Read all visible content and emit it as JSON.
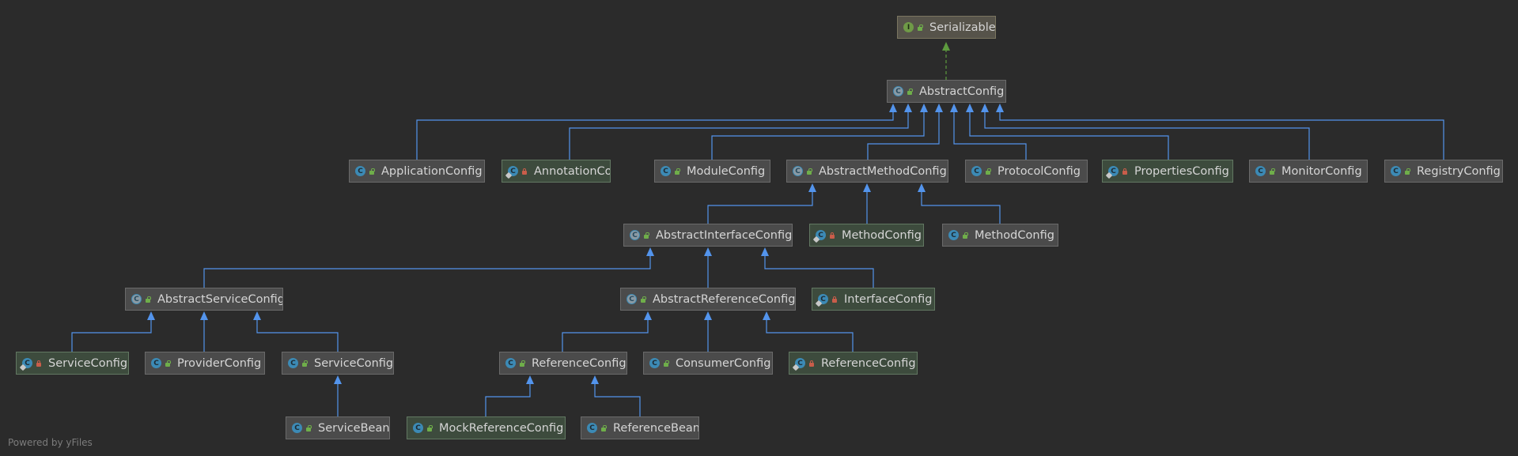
{
  "colors": {
    "background": "#2b2b2b",
    "inheritance_edge": "#5394ec",
    "implements_edge": "#5d9b3e"
  },
  "nodes": [
    {
      "id": "serializable",
      "label": "Serializable",
      "kind": "interface",
      "visibility": "public",
      "style": "iface"
    },
    {
      "id": "abstract_config",
      "label": "AbstractConfig",
      "kind": "abstract",
      "visibility": "public",
      "style": "plain"
    },
    {
      "id": "application_config",
      "label": "ApplicationConfig",
      "kind": "class",
      "visibility": "public",
      "style": "plain"
    },
    {
      "id": "annotation_config",
      "label": "AnnotationConfig",
      "kind": "anonymous",
      "visibility": "private",
      "style": "green"
    },
    {
      "id": "module_config",
      "label": "ModuleConfig",
      "kind": "class",
      "visibility": "public",
      "style": "plain"
    },
    {
      "id": "abstract_method_config",
      "label": "AbstractMethodConfig",
      "kind": "abstract",
      "visibility": "public",
      "style": "plain"
    },
    {
      "id": "protocol_config",
      "label": "ProtocolConfig",
      "kind": "class",
      "visibility": "public",
      "style": "plain"
    },
    {
      "id": "properties_config",
      "label": "PropertiesConfig",
      "kind": "anonymous",
      "visibility": "private",
      "style": "green"
    },
    {
      "id": "monitor_config",
      "label": "MonitorConfig",
      "kind": "class",
      "visibility": "public",
      "style": "plain"
    },
    {
      "id": "registry_config",
      "label": "RegistryConfig",
      "kind": "class",
      "visibility": "public",
      "style": "plain"
    },
    {
      "id": "abstract_interface_config",
      "label": "AbstractInterfaceConfig",
      "kind": "abstract",
      "visibility": "public",
      "style": "plain"
    },
    {
      "id": "method_config_1",
      "label": "MethodConfig",
      "kind": "anonymous",
      "visibility": "private",
      "style": "green"
    },
    {
      "id": "method_config_2",
      "label": "MethodConfig",
      "kind": "class",
      "visibility": "public",
      "style": "plain"
    },
    {
      "id": "abstract_service_config",
      "label": "AbstractServiceConfig",
      "kind": "abstract",
      "visibility": "public",
      "style": "plain"
    },
    {
      "id": "abstract_reference_config",
      "label": "AbstractReferenceConfig",
      "kind": "abstract",
      "visibility": "public",
      "style": "plain"
    },
    {
      "id": "interface_config",
      "label": "InterfaceConfig",
      "kind": "anonymous",
      "visibility": "private",
      "style": "green"
    },
    {
      "id": "service_config_1",
      "label": "ServiceConfig",
      "kind": "anonymous",
      "visibility": "private",
      "style": "green"
    },
    {
      "id": "provider_config",
      "label": "ProviderConfig",
      "kind": "class",
      "visibility": "public",
      "style": "plain"
    },
    {
      "id": "service_config_2",
      "label": "ServiceConfig",
      "kind": "class",
      "visibility": "public",
      "style": "plain"
    },
    {
      "id": "reference_config_1",
      "label": "ReferenceConfig",
      "kind": "class",
      "visibility": "public",
      "style": "plain"
    },
    {
      "id": "consumer_config",
      "label": "ConsumerConfig",
      "kind": "class",
      "visibility": "public",
      "style": "plain"
    },
    {
      "id": "reference_config_2",
      "label": "ReferenceConfig",
      "kind": "anonymous",
      "visibility": "private",
      "style": "green"
    },
    {
      "id": "service_bean",
      "label": "ServiceBean",
      "kind": "class",
      "visibility": "public",
      "style": "plain"
    },
    {
      "id": "mock_reference_config",
      "label": "MockReferenceConfig",
      "kind": "class",
      "visibility": "public",
      "style": "green"
    },
    {
      "id": "reference_bean",
      "label": "ReferenceBean",
      "kind": "class",
      "visibility": "public",
      "style": "plain"
    }
  ],
  "edges": [
    {
      "from": "abstract_config",
      "to": "serializable",
      "type": "implements"
    },
    {
      "from": "application_config",
      "to": "abstract_config",
      "type": "extends"
    },
    {
      "from": "annotation_config",
      "to": "abstract_config",
      "type": "extends"
    },
    {
      "from": "module_config",
      "to": "abstract_config",
      "type": "extends"
    },
    {
      "from": "abstract_method_config",
      "to": "abstract_config",
      "type": "extends"
    },
    {
      "from": "protocol_config",
      "to": "abstract_config",
      "type": "extends"
    },
    {
      "from": "properties_config",
      "to": "abstract_config",
      "type": "extends"
    },
    {
      "from": "monitor_config",
      "to": "abstract_config",
      "type": "extends"
    },
    {
      "from": "registry_config",
      "to": "abstract_config",
      "type": "extends"
    },
    {
      "from": "abstract_interface_config",
      "to": "abstract_method_config",
      "type": "extends"
    },
    {
      "from": "method_config_1",
      "to": "abstract_method_config",
      "type": "extends"
    },
    {
      "from": "method_config_2",
      "to": "abstract_method_config",
      "type": "extends"
    },
    {
      "from": "abstract_service_config",
      "to": "abstract_interface_config",
      "type": "extends"
    },
    {
      "from": "abstract_reference_config",
      "to": "abstract_interface_config",
      "type": "extends"
    },
    {
      "from": "interface_config",
      "to": "abstract_interface_config",
      "type": "extends"
    },
    {
      "from": "service_config_1",
      "to": "abstract_service_config",
      "type": "extends"
    },
    {
      "from": "provider_config",
      "to": "abstract_service_config",
      "type": "extends"
    },
    {
      "from": "service_config_2",
      "to": "abstract_service_config",
      "type": "extends"
    },
    {
      "from": "reference_config_1",
      "to": "abstract_reference_config",
      "type": "extends"
    },
    {
      "from": "consumer_config",
      "to": "abstract_reference_config",
      "type": "extends"
    },
    {
      "from": "reference_config_2",
      "to": "abstract_reference_config",
      "type": "extends"
    },
    {
      "from": "service_bean",
      "to": "service_config_2",
      "type": "extends"
    },
    {
      "from": "mock_reference_config",
      "to": "reference_config_1",
      "type": "extends"
    },
    {
      "from": "reference_bean",
      "to": "reference_config_1",
      "type": "extends"
    }
  ],
  "footer": "Powered by yFiles"
}
